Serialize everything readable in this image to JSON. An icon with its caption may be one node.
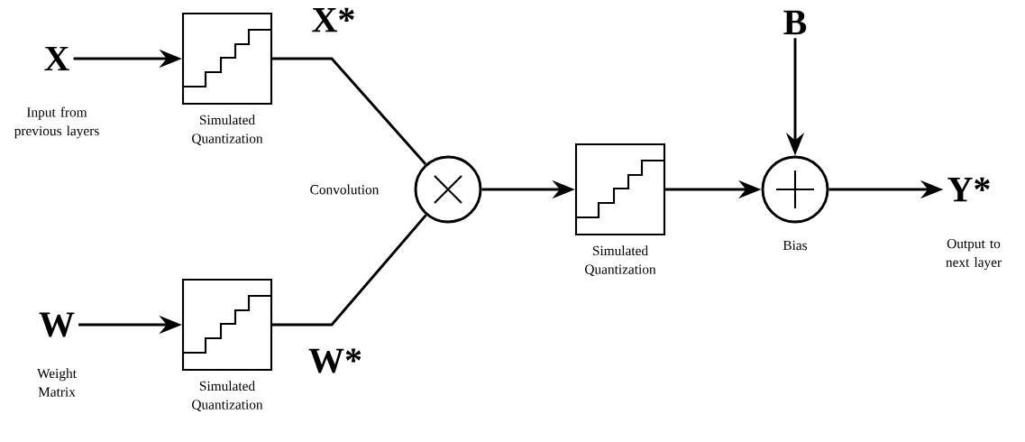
{
  "diagram": {
    "nodes": [
      {
        "text": [
          "X"
        ],
        "beside": [
          "Input from previous layers"
        ]
      },
      {
        "text": [
          "Simulated Quantization"
        ]
      },
      {
        "text": [
          "W"
        ],
        "beside": [
          "Weight Matrix"
        ]
      },
      {
        "text": [
          "Simulated Quantization"
        ]
      },
      {
        "text": [],
        "shape": "circle",
        "beside": [
          "Convolution"
        ]
      },
      {
        "text": [
          "Simulated Quantization"
        ]
      },
      {
        "text": [
          "B"
        ]
      },
      {
        "text": [],
        "shape": "circle",
        "beside": [
          "Bias"
        ]
      },
      {
        "text": [
          "Y*"
        ],
        "beside": [
          "Output to next layer"
        ]
      }
    ],
    "edges": [
      {
        "from": 0,
        "to": 1,
        "arrow": "to"
      },
      {
        "from": 1,
        "to": 4,
        "arrow": "none",
        "label": "X*"
      },
      {
        "from": 2,
        "to": 3,
        "arrow": "to"
      },
      {
        "from": 3,
        "to": 4,
        "arrow": "none",
        "label": "W*"
      },
      {
        "from": 4,
        "to": 5,
        "arrow": "to"
      },
      {
        "from": 5,
        "to": 7,
        "arrow": "to"
      },
      {
        "from": 6,
        "to": 7,
        "arrow": "to"
      },
      {
        "from": 7,
        "to": 8,
        "arrow": "to"
      }
    ]
  }
}
